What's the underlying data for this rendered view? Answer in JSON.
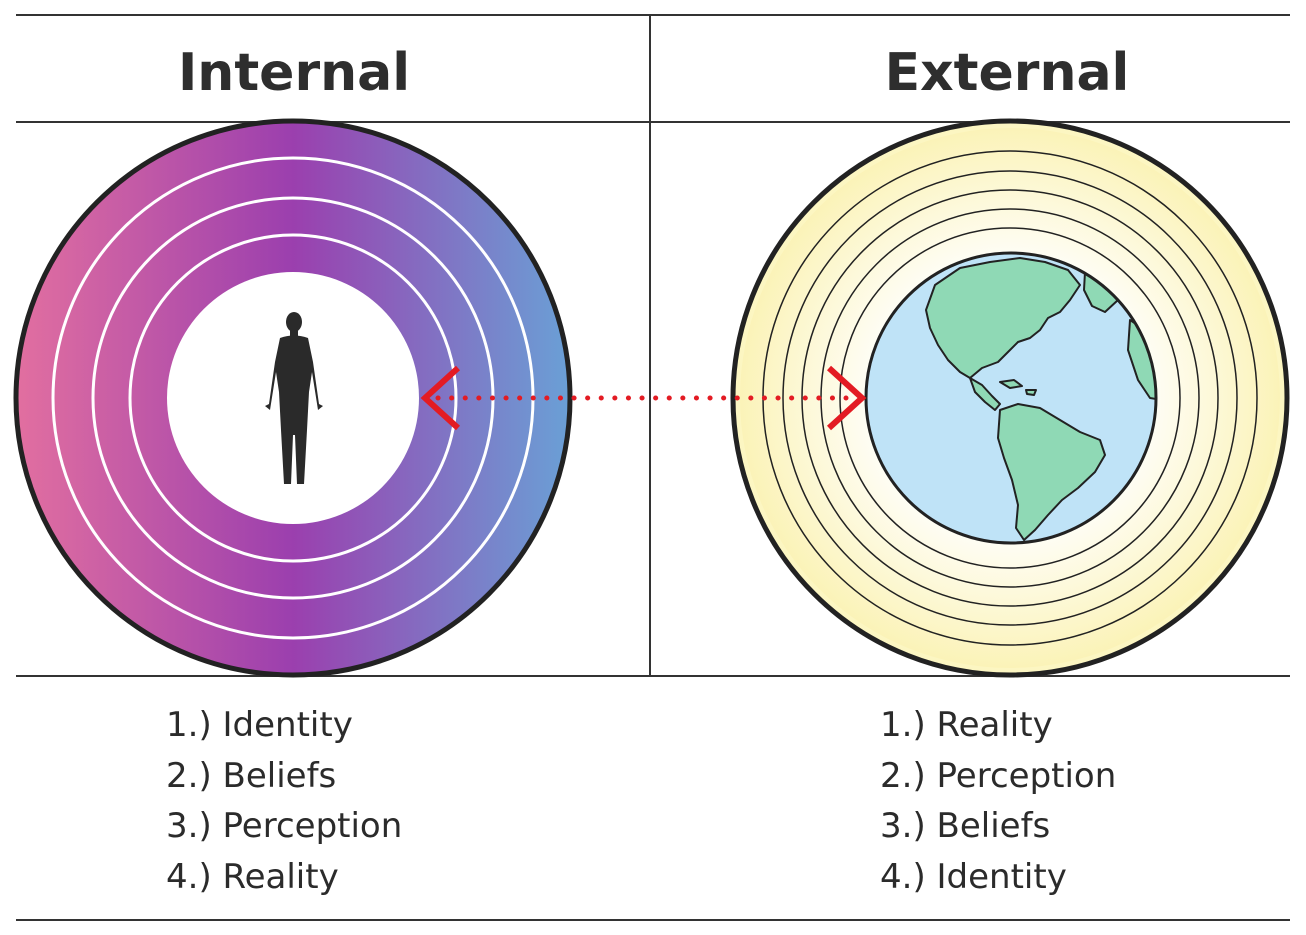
{
  "columns": {
    "internal": {
      "title": "Internal",
      "items": [
        "1.) Identity",
        "2.) Beliefs",
        "3.) Perception",
        "4.) Reality"
      ]
    },
    "external": {
      "title": "External",
      "items": [
        "1.) Reality",
        "2.) Perception",
        "3.) Beliefs",
        "4.) Identity"
      ]
    }
  },
  "colors": {
    "internal_gradient": [
      "#e26fa0",
      "#9b3fae",
      "#6aa0d6"
    ],
    "external_fill": "#fdf7c8",
    "arrow": "#e31b23",
    "ocean": "#bfe3f7",
    "land": "#8fd9b5",
    "figure": "#2a2a2a"
  },
  "icons": {
    "center_internal": "human-figure-icon",
    "center_external": "earth-globe-icon"
  }
}
